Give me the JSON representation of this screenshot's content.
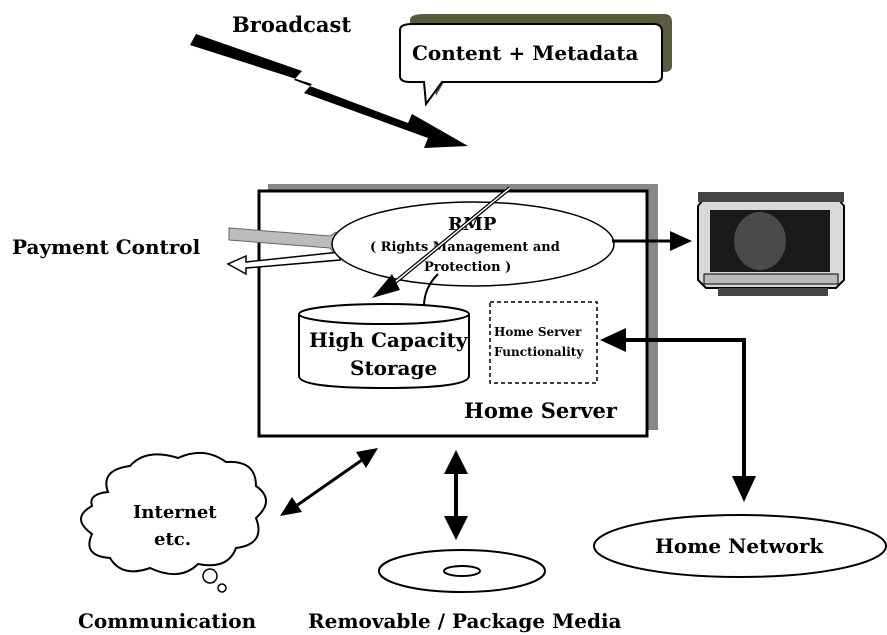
{
  "labels": {
    "broadcast": "Broadcast",
    "content_metadata": "Content + Metadata",
    "payment_control": "Payment Control",
    "rmp_title": "RMP",
    "rmp_subtitle_1": "( Rights Management and",
    "rmp_subtitle_2": "Protection )",
    "storage_1": "High Capacity",
    "storage_2": "Storage",
    "functionality_1": "Home Server",
    "functionality_2": "Functionality",
    "home_server": "Home Server",
    "internet_1": "Internet",
    "internet_2": "etc.",
    "communication": "Communication",
    "removable_media": "Removable / Package Media",
    "home_network": "Home Network"
  },
  "icons": {
    "display": "tv-monitor-icon",
    "media": "disc-icon",
    "cloud": "cloud-icon"
  },
  "colors": {
    "ink": "#000000",
    "shadow": "#888888",
    "bubble_shadow": "#5a5a3c",
    "paper": "#ffffff",
    "tv_dark": "#1a1a1a",
    "tv_body": "#d9d9d9"
  }
}
